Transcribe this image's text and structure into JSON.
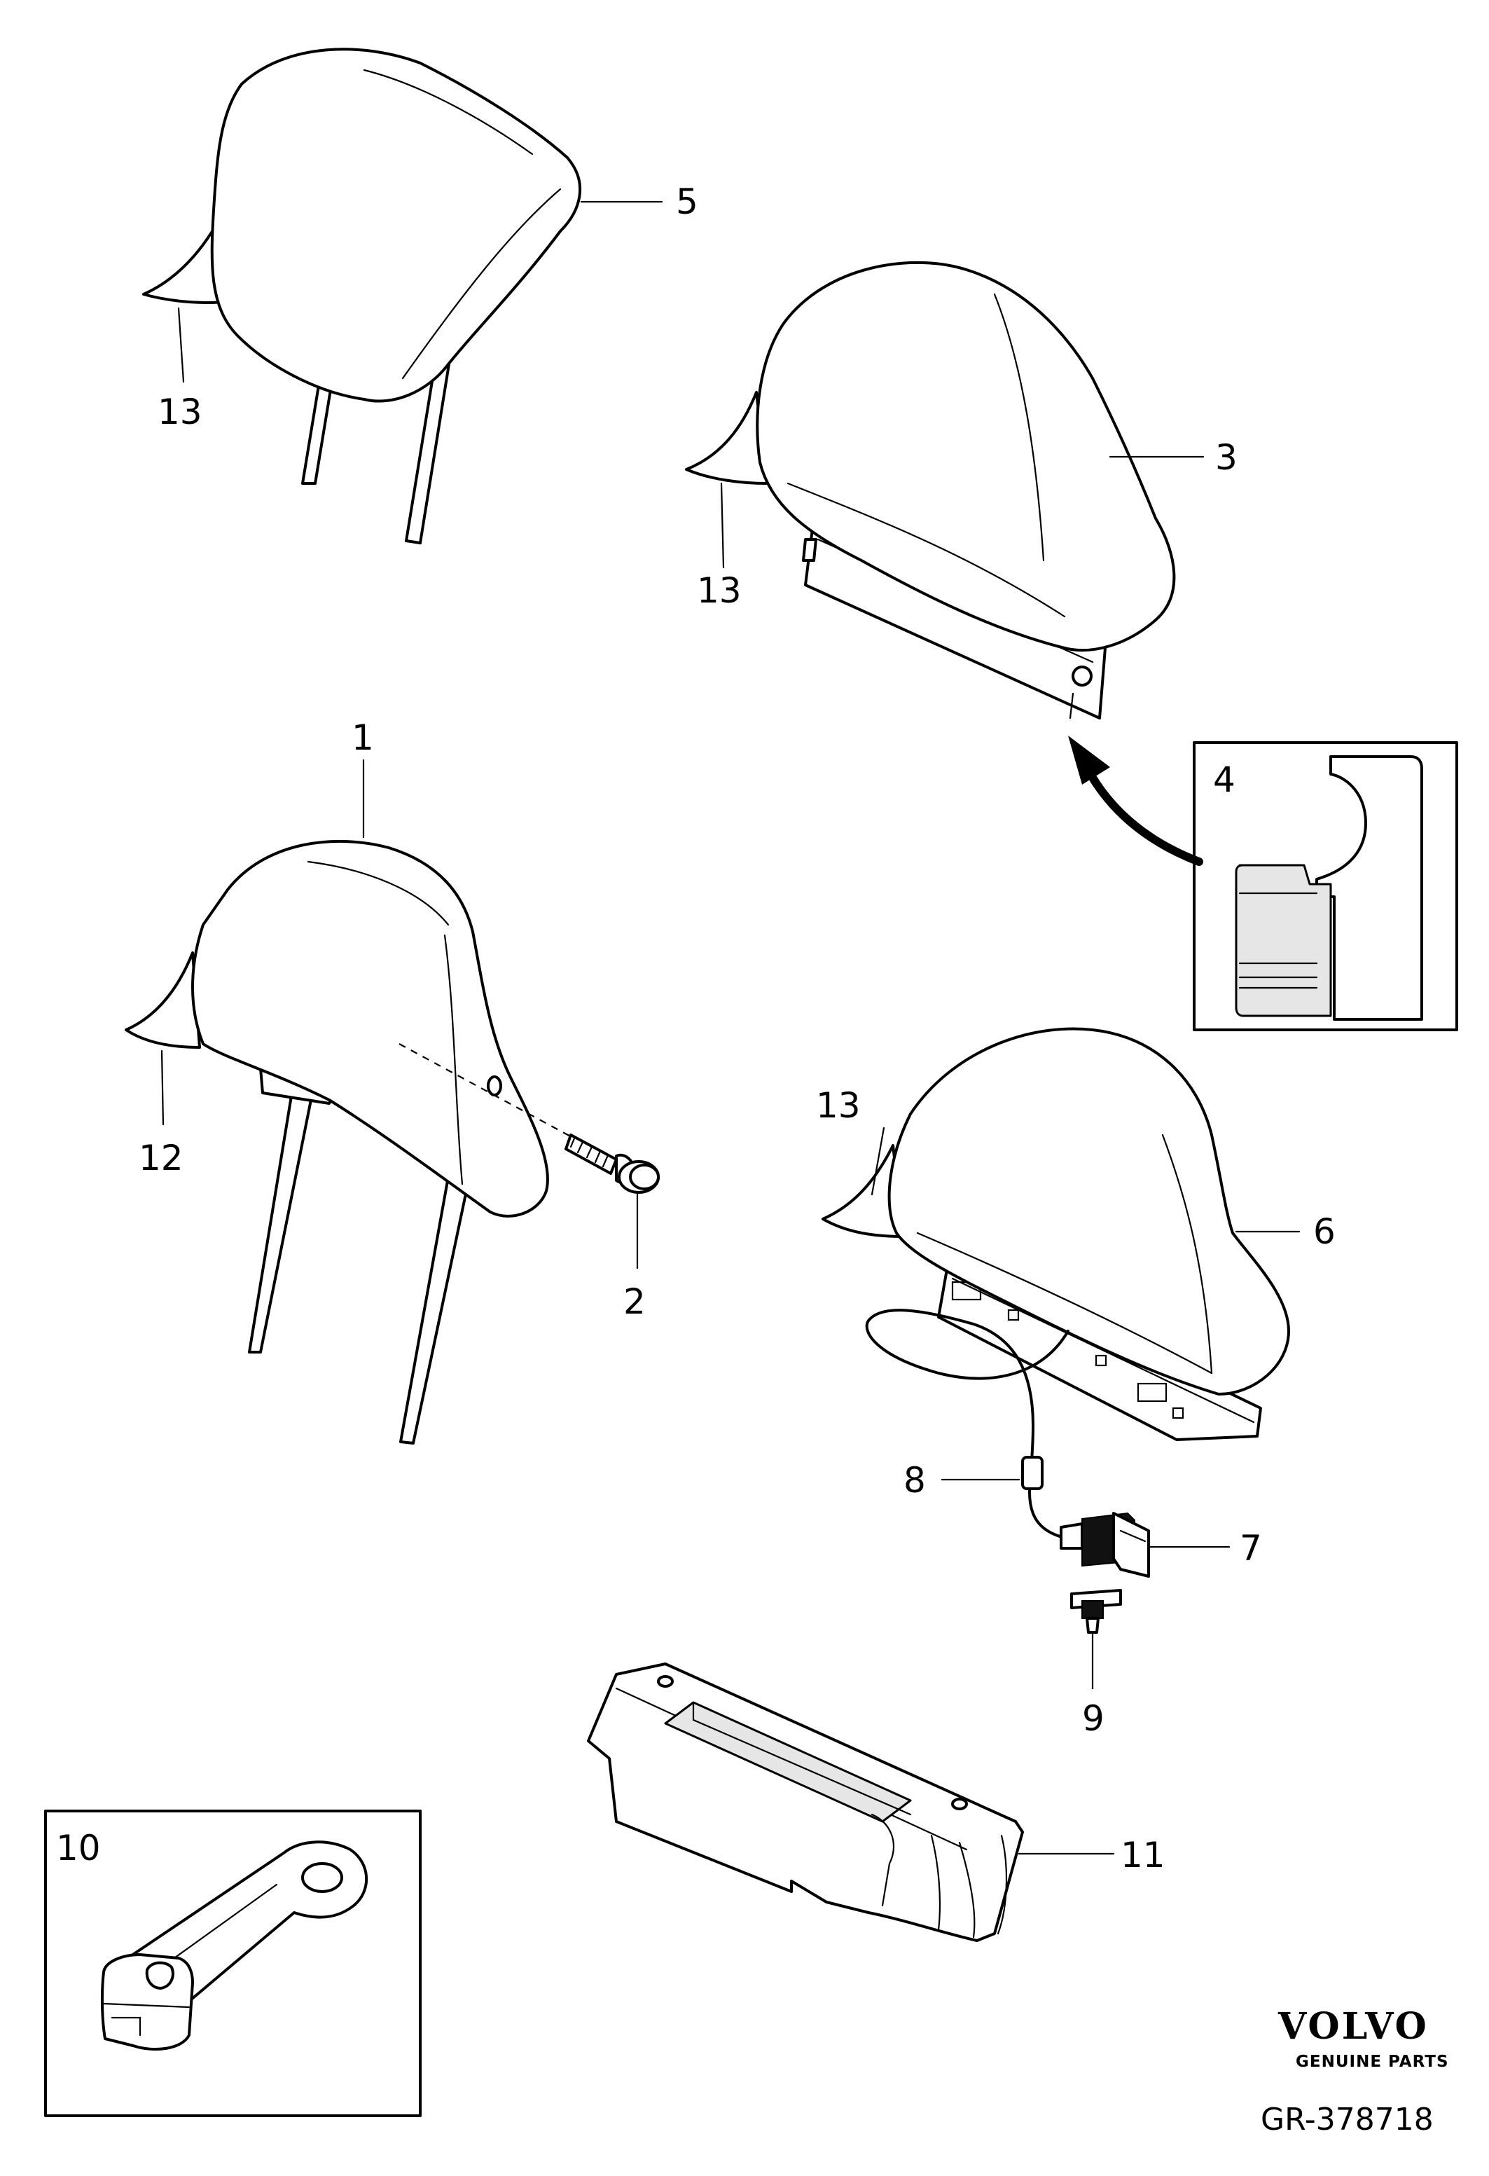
{
  "callouts": {
    "c1": "1",
    "c2": "2",
    "c3": "3",
    "c4": "4",
    "c5": "5",
    "c6": "6",
    "c7": "7",
    "c8": "8",
    "c9": "9",
    "c10": "10",
    "c11": "11",
    "c12": "12",
    "c13a": "13",
    "c13b": "13",
    "c13c": "13"
  },
  "footer": {
    "brand": "VOLVO",
    "tagline": "GENUINE PARTS",
    "reference": "GR-378718"
  }
}
